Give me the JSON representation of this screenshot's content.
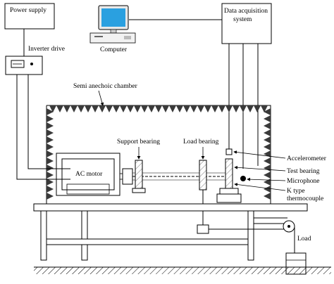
{
  "labels": {
    "power_supply": "Power supply",
    "inverter_drive": "Inverter drive",
    "computer": "Computer",
    "daq_line1": "Data acquisition",
    "daq_line2": "system",
    "chamber": "Semi anechoic chamber",
    "support_bearing": "Support bearing",
    "load_bearing": "Load bearing",
    "ac_motor": "AC motor",
    "accelerometer": "Accelerometer",
    "test_bearing": "Test bearing",
    "microphone": "Microphone",
    "k_type_line1": "K type",
    "k_type_line2": "thermocouple",
    "load": "Load"
  },
  "colors": {
    "line": "#000000",
    "screen": "#2aa0e0",
    "wedge": "#3a3a3a"
  }
}
